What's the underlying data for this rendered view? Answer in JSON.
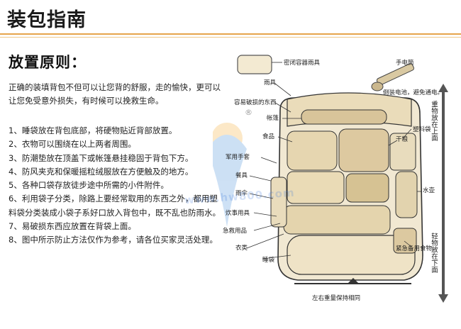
{
  "page": {
    "title": "装包指南",
    "heading": "放置原则：",
    "intro": "正确的装填背包不但可以让您背的舒服，走的愉快，更可以让您免受意外损失，有时候可以挽救生命。",
    "rules": [
      "1、睡袋放在背包底部，将硬物贴近背部放置。",
      "2、衣物可以围绕在以上两者周围。",
      "3、防潮垫放在顶盖下或帐篷悬挂稳固于背包下方。",
      "4、防风夹克和保暖摇粒绒服放在方便触及的地方。",
      "5、各种口袋存放徒步途中所需的小件附件。",
      "6、利用袋子分类，除路上要经常取用的东西之外，都用塑料袋分类装成小袋子系好口放入背包中，既不乱也防雨水。",
      "7、易破损东西应放置在背袋上面。",
      "8、图中所示防止方法仅作为参考，请各位买家灵活处理。"
    ]
  },
  "diagram": {
    "labels": {
      "sealed_container": "密闭容器雨具",
      "flashlight": "手电筒",
      "rain_gear": "雨具",
      "battery_note": "倒装电池，避免通电。",
      "fragile": "容易破损的东西",
      "tent": "帐篷",
      "food": "食品",
      "plastic_bag": "塑料袋",
      "dry_food": "干粮",
      "army_gloves": "军用手套",
      "utensils": "餐具",
      "umbrella": "雨伞",
      "water_bottle": "水壶",
      "cooking_gear": "炊事用具",
      "first_aid": "急救用品",
      "clothes": "衣类",
      "emergency_food": "紧急备用食物。",
      "sleeping_bag": "睡袋",
      "balance_note": "左右重量保持相同",
      "heavy_top": "重物放在上面",
      "light_bottom": "轻物放在下面"
    },
    "watermark": "www.hw800.com",
    "registered_mark": "®"
  }
}
